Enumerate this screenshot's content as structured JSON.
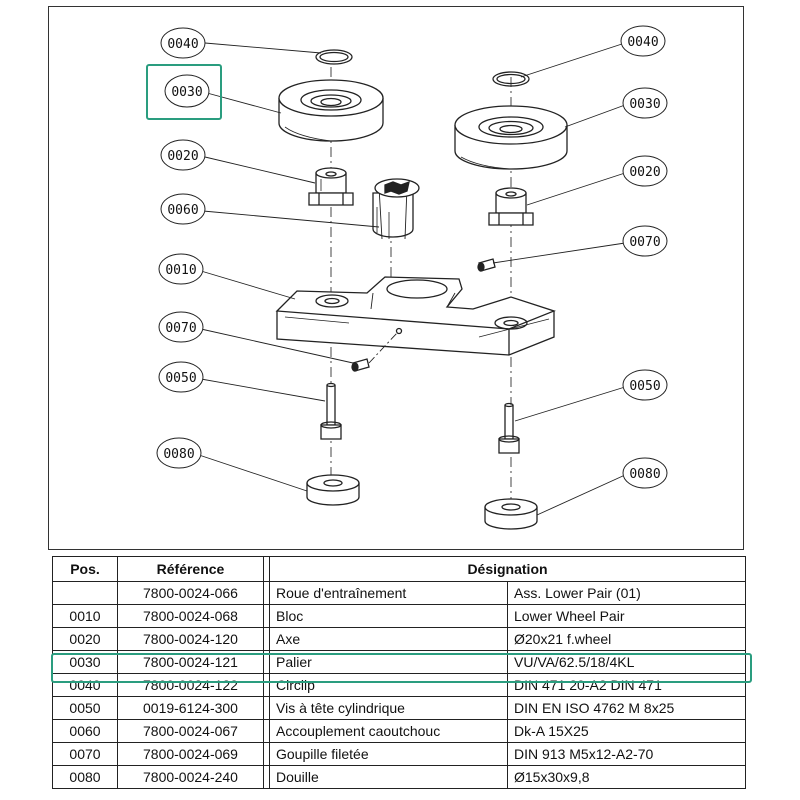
{
  "drawing": {
    "callouts": {
      "left_0040": "0040",
      "left_0030": "0030",
      "left_0020": "0020",
      "left_0060": "0060",
      "left_0010": "0010",
      "left_0070": "0070",
      "left_0050": "0050",
      "left_0080": "0080",
      "right_0040": "0040",
      "right_0030": "0030",
      "right_0020": "0020",
      "right_0070": "0070",
      "right_0050": "0050",
      "right_0080": "0080"
    }
  },
  "table": {
    "headers": {
      "pos": "Pos.",
      "reference": "Référence",
      "designation": "Désignation"
    },
    "rows": [
      {
        "pos": "",
        "reference": "7800-0024-066",
        "designation": "Roue d'entraînement",
        "spec": "Ass. Lower Pair (01)"
      },
      {
        "pos": "0010",
        "reference": "7800-0024-068",
        "designation": "Bloc",
        "spec": "Lower Wheel Pair"
      },
      {
        "pos": "0020",
        "reference": "7800-0024-120",
        "designation": "Axe",
        "spec": "Ø20x21 f.wheel"
      },
      {
        "pos": "0030",
        "reference": "7800-0024-121",
        "designation": "Palier",
        "spec": "VU/VA/62.5/18/4KL"
      },
      {
        "pos": "0040",
        "reference": "7800-0024-122",
        "designation": "Circlip",
        "spec": "DIN 471 20-A2 DIN 471"
      },
      {
        "pos": "0050",
        "reference": "0019-6124-300",
        "designation": "Vis à tête cylindrique",
        "spec": "DIN EN ISO 4762 M 8x25"
      },
      {
        "pos": "0060",
        "reference": "7800-0024-067",
        "designation": "Accouplement caoutchouc",
        "spec": "Dk-A 15X25"
      },
      {
        "pos": "0070",
        "reference": "7800-0024-069",
        "designation": "Goupille filetée",
        "spec": "DIN 913 M5x12-A2-70"
      },
      {
        "pos": "0080",
        "reference": "7800-0024-240",
        "designation": "Douille",
        "spec": "Ø15x30x9,8"
      }
    ]
  },
  "highlight": {
    "color": "#2a9d7f",
    "position": "0030"
  }
}
